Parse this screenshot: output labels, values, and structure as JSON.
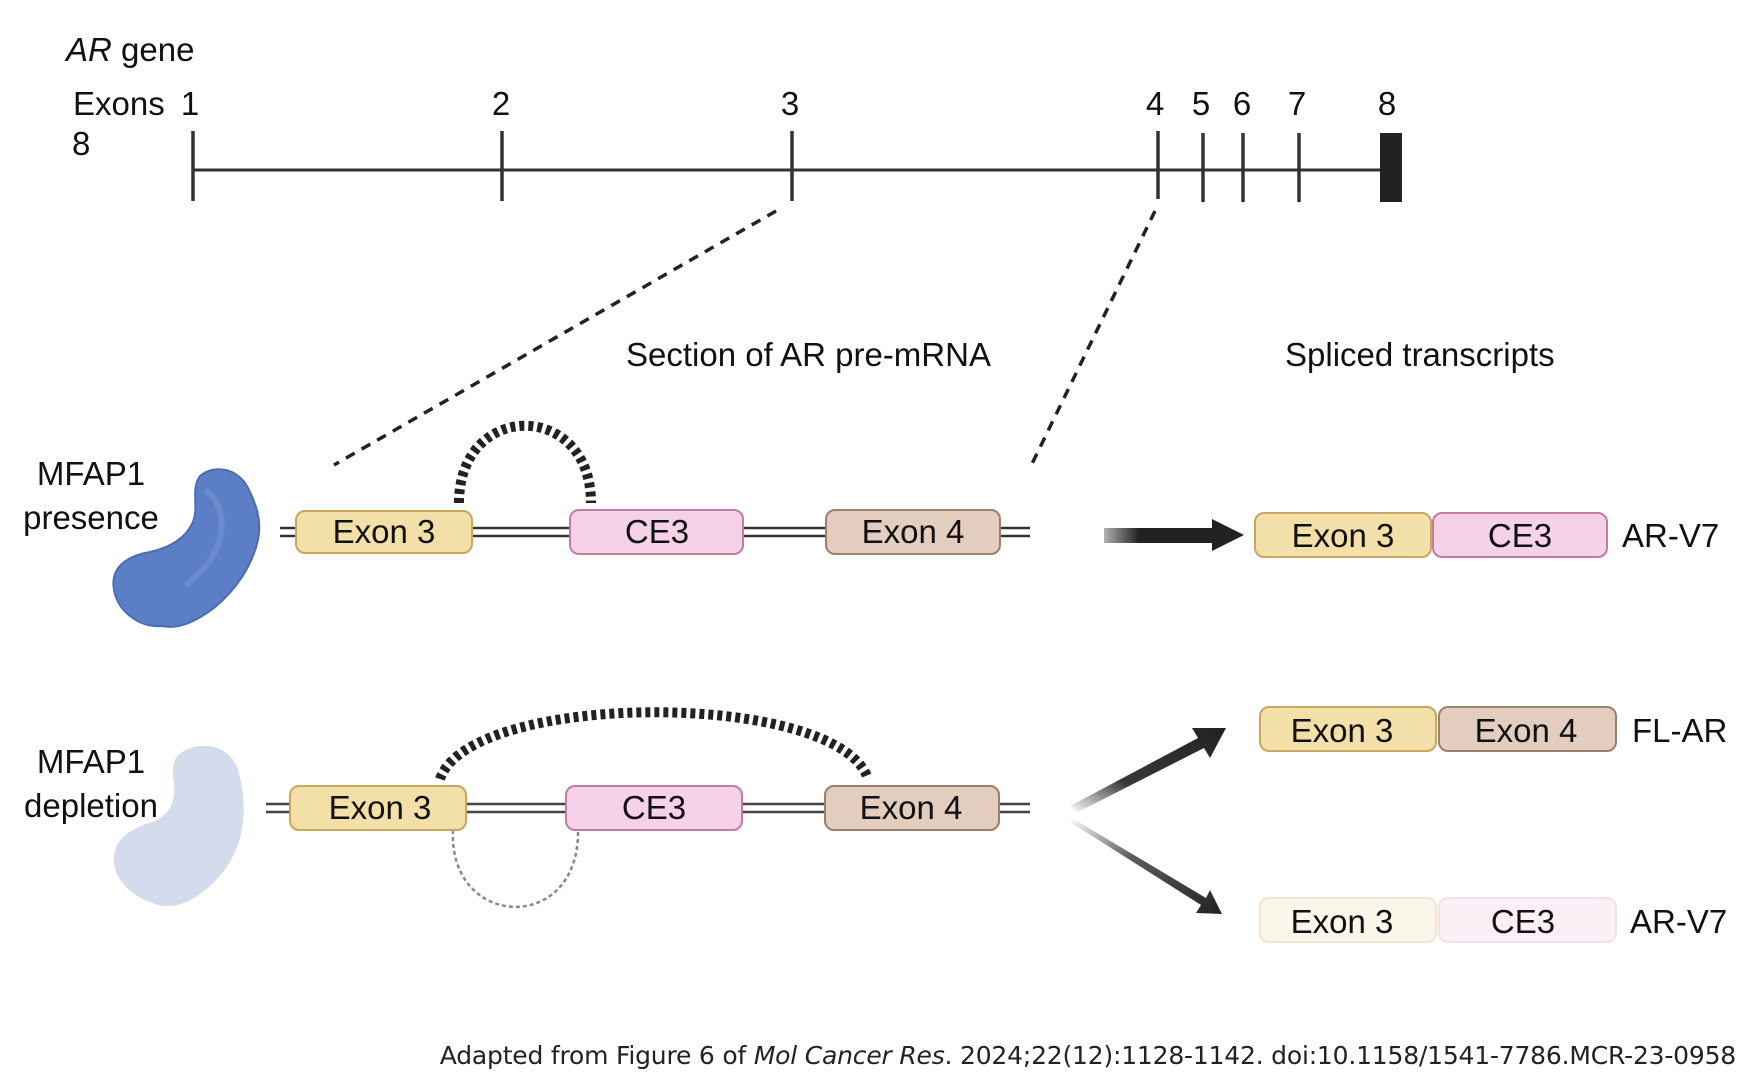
{
  "title": {
    "gene_italic": "AR",
    "gene_rest": " gene"
  },
  "gene_map": {
    "exons_label": "Exons",
    "overflow_label": "8",
    "exon_numbers": [
      "1",
      "2",
      "3",
      "4",
      "5",
      "6",
      "7",
      "8"
    ]
  },
  "headings": {
    "premrna": "Section of AR pre-mRNA",
    "spliced": "Spliced transcripts"
  },
  "rows": {
    "presence": {
      "label_line1": "MFAP1",
      "label_line2": "presence",
      "protein_color": "#5b7ec6",
      "premrna": [
        "Exon 3",
        "CE3",
        "Exon 4"
      ],
      "products": [
        {
          "segments": [
            "Exon 3",
            "CE3"
          ],
          "name": "AR-V7",
          "faded": false
        }
      ]
    },
    "depletion": {
      "label_line1": "MFAP1",
      "label_line2": "depletion",
      "protein_color": "#d3dbec",
      "premrna": [
        "Exon 3",
        "CE3",
        "Exon 4"
      ],
      "products": [
        {
          "segments": [
            "Exon 3",
            "Exon 4"
          ],
          "name": "FL-AR",
          "faded": false
        },
        {
          "segments": [
            "Exon 3",
            "CE3"
          ],
          "name": "AR-V7",
          "faded": true
        }
      ]
    }
  },
  "colors": {
    "exon3_fill": "#f3dfa8",
    "exon3_stroke": "#c9a660",
    "ce3_fill": "#f6d2e8",
    "ce3_stroke": "#c27aa6",
    "exon4_fill": "#e3cdbf",
    "exon4_stroke": "#9c7f6d",
    "exon3_faded_fill": "#fbf6ea",
    "exon3_faded_stroke": "#efe6d4",
    "ce3_faded_fill": "#fcf0f6",
    "ce3_faded_stroke": "#f3e0ea"
  },
  "citation": {
    "prefix": "Adapted from Figure 6 of ",
    "journal": "Mol Cancer Res",
    "suffix": ". 2024;22(12):1128-1142. doi:10.1158/1541-7786.MCR-23-0958"
  }
}
